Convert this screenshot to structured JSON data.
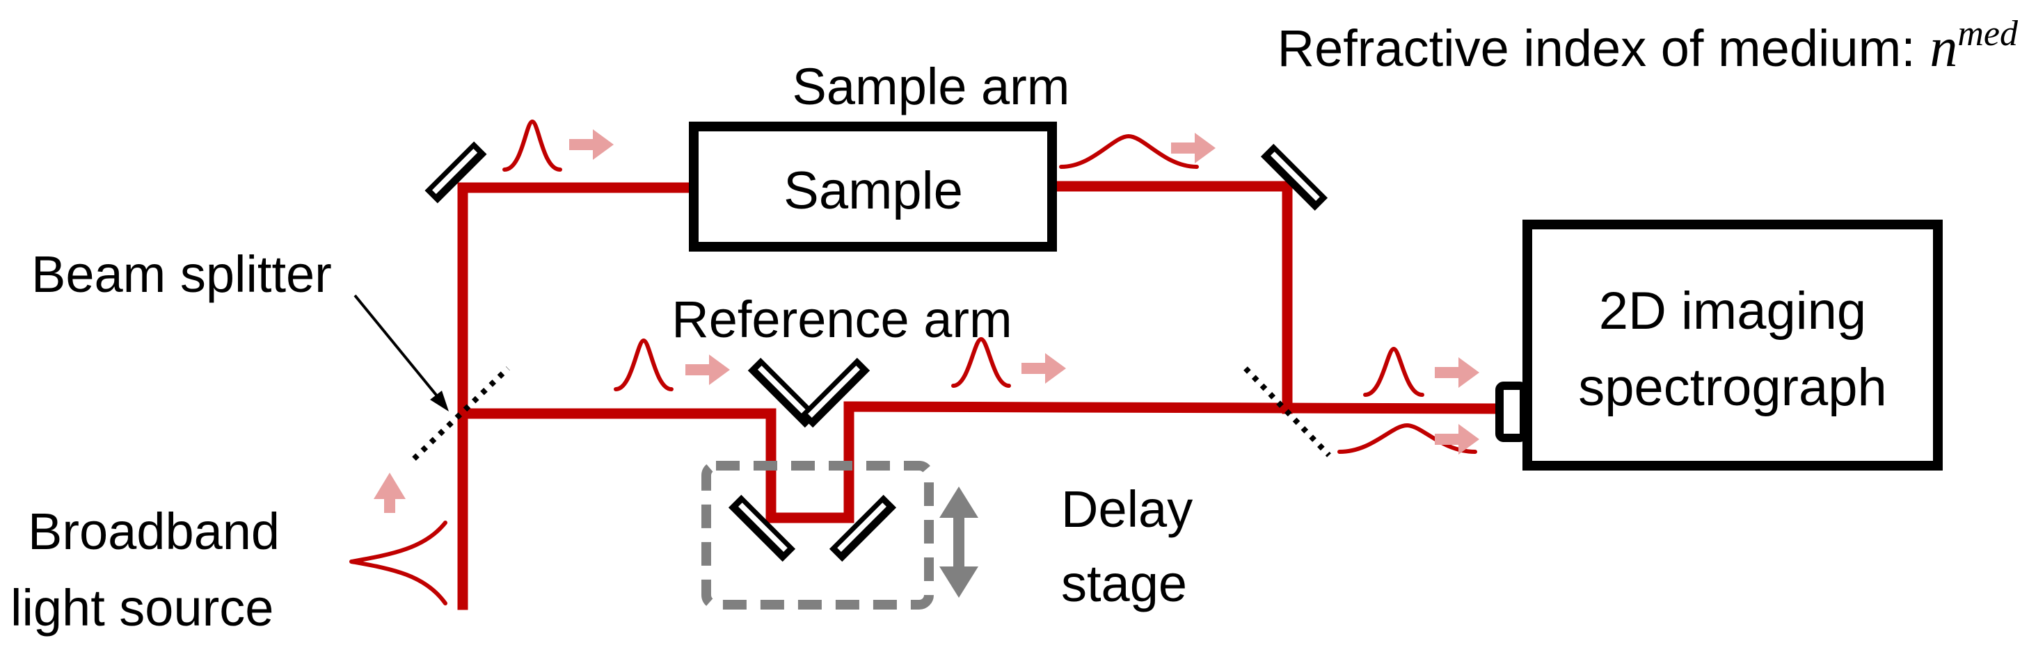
{
  "labels": {
    "sample_arm": "Sample arm",
    "sample": "Sample",
    "refractive_index_prefix": "Refractive index of medium: ",
    "refractive_index_symbol": "n",
    "refractive_index_superscript": "med",
    "beam_splitter": "Beam splitter",
    "reference_arm": "Reference arm",
    "spectrograph_line1": "2D imaging",
    "spectrograph_line2": "spectrograph",
    "delay_line1": "Delay",
    "delay_line2": "stage",
    "source_line1": "Broadband",
    "source_line2": "light source"
  },
  "colors": {
    "beam": "#c00000",
    "arrow": "#e8a0a0",
    "delay_stage": "#808080",
    "outline": "#000000"
  }
}
